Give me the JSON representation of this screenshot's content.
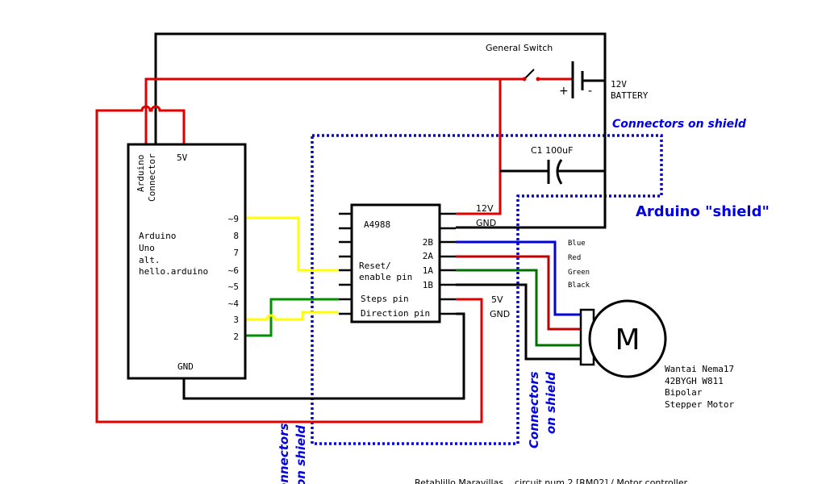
{
  "arduino": {
    "connector_label_1": "Arduino",
    "connector_label_2": "Connector",
    "five_v": "5V",
    "name_lines": [
      "Arduino",
      "Uno",
      "alt.",
      "hello.arduino"
    ],
    "pins": [
      "~9",
      "8",
      "7",
      "~6",
      "~5",
      "~4",
      "3",
      "2"
    ],
    "gnd": "GND"
  },
  "driver": {
    "name": "A4988",
    "out_pins": [
      "2B",
      "2A",
      "1A",
      "1B"
    ],
    "reset_1": "Reset/",
    "reset_2": "enable pin",
    "steps": "Steps pin",
    "direction": "Direction pin",
    "v12": "12V",
    "gnd_top": "GND",
    "v5": "5V",
    "gnd_bottom": "GND"
  },
  "wires": {
    "labels": [
      "Blue",
      "Red",
      "Green",
      "Black"
    ],
    "colors": {
      "power": "#e00000",
      "ground": "#000000",
      "signal_yellow": "#ffff00",
      "signal_green": "#009000",
      "motor_blue": "#0000e0",
      "motor_red": "#c00000",
      "motor_green": "#007000",
      "shield": "#0000e0"
    }
  },
  "power": {
    "switch": "General Switch",
    "battery_1": "12V",
    "battery_2": "BATTERY",
    "plus": "+",
    "minus": "-",
    "capacitor": "C1 100uF"
  },
  "motor": {
    "symbol": "M",
    "desc": [
      "Wantai Nema17",
      "42BYGH W811",
      "Bipolar",
      "Stepper Motor"
    ]
  },
  "shield": {
    "top_label": "Connectors on shield",
    "title": "Arduino \"shield\"",
    "side_1": "Connectors",
    "side_2": "on shield"
  },
  "footer": "Retablillo Maravillas    circuit num 2 [RM02] / Motor controller"
}
